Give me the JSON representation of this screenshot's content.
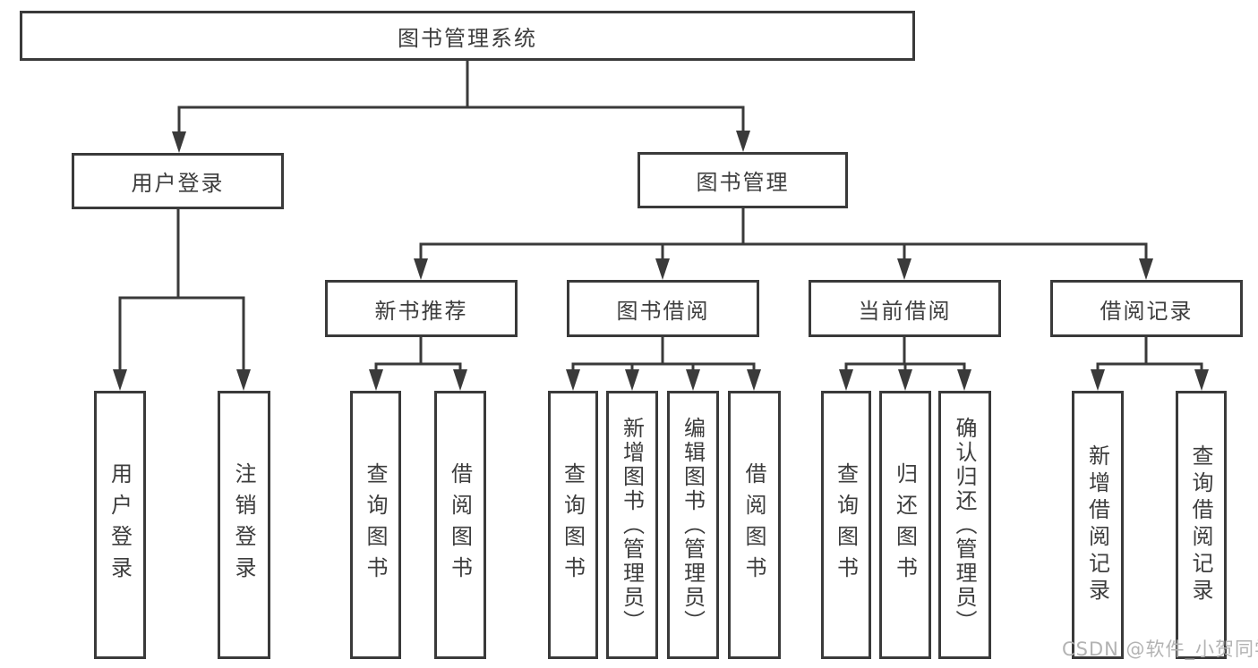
{
  "colors": {
    "line": "#3a3a3a",
    "text": "#3d3d3d",
    "box_background": "#ffffff",
    "page_background": "#ffffff",
    "watermark": "#b3b3b3"
  },
  "watermark": "CSDN @软件_小贺同学",
  "tree": {
    "root": {
      "label": "图书管理系统"
    },
    "branches": [
      {
        "label": "用户登录",
        "children": [
          {
            "label": "用户登录"
          },
          {
            "label": "注销登录"
          }
        ]
      },
      {
        "label": "图书管理",
        "children": [
          {
            "label": "新书推荐",
            "children": [
              {
                "label": "查询图书"
              },
              {
                "label": "借阅图书"
              }
            ]
          },
          {
            "label": "图书借阅",
            "children": [
              {
                "label": "查询图书"
              },
              {
                "label": "新增图书（管理员）"
              },
              {
                "label": "编辑图书（管理员）"
              },
              {
                "label": "借阅图书"
              }
            ]
          },
          {
            "label": "当前借阅",
            "children": [
              {
                "label": "查询图书"
              },
              {
                "label": "归还图书"
              },
              {
                "label": "确认归还（管理员）"
              }
            ]
          },
          {
            "label": "借阅记录",
            "children": [
              {
                "label": "新增借阅记录"
              },
              {
                "label": "查询借阅记录"
              }
            ]
          }
        ]
      }
    ]
  }
}
